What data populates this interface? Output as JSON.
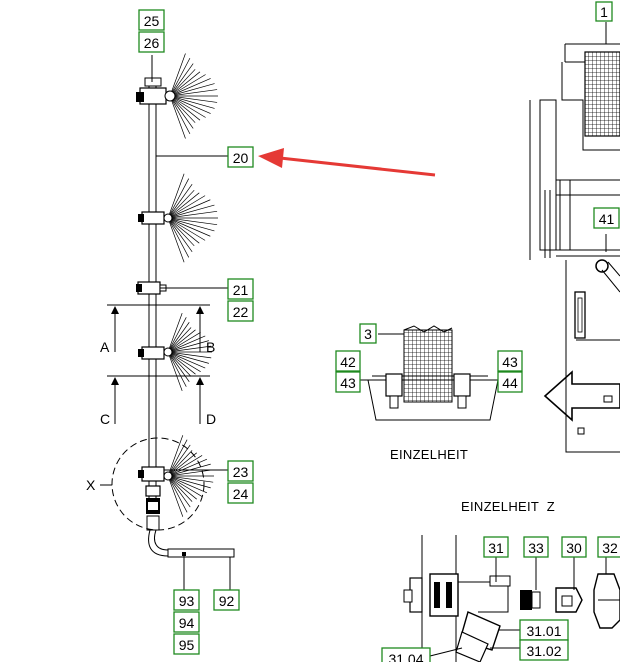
{
  "colors": {
    "callout_border": "#1f8a1f",
    "arrow": "#e53935",
    "ink": "#000000",
    "paper": "#ffffff"
  },
  "callouts": {
    "c1": "1",
    "c25": "25",
    "c26": "26",
    "c20": "20",
    "c21": "21",
    "c22": "22",
    "c23": "23",
    "c24": "24",
    "c93": "93",
    "c94": "94",
    "c95": "95",
    "c92": "92",
    "c41": "41",
    "c3": "3",
    "c42": "42",
    "c43a": "43",
    "c43b": "43",
    "c44": "44",
    "c31": "31",
    "c33": "33",
    "c30": "30",
    "c32": "32",
    "c3101": "31.01",
    "c3102": "31.02",
    "c3104": "31.04"
  },
  "letters": {
    "a": "A",
    "b": "B",
    "c": "C",
    "d": "D",
    "x": "X"
  },
  "captions": {
    "detail": "EINZELHEIT",
    "detail_z": "EINZELHEIT  Z"
  },
  "highlight_arrow": {
    "color": "#e53935",
    "points_to": "20"
  }
}
